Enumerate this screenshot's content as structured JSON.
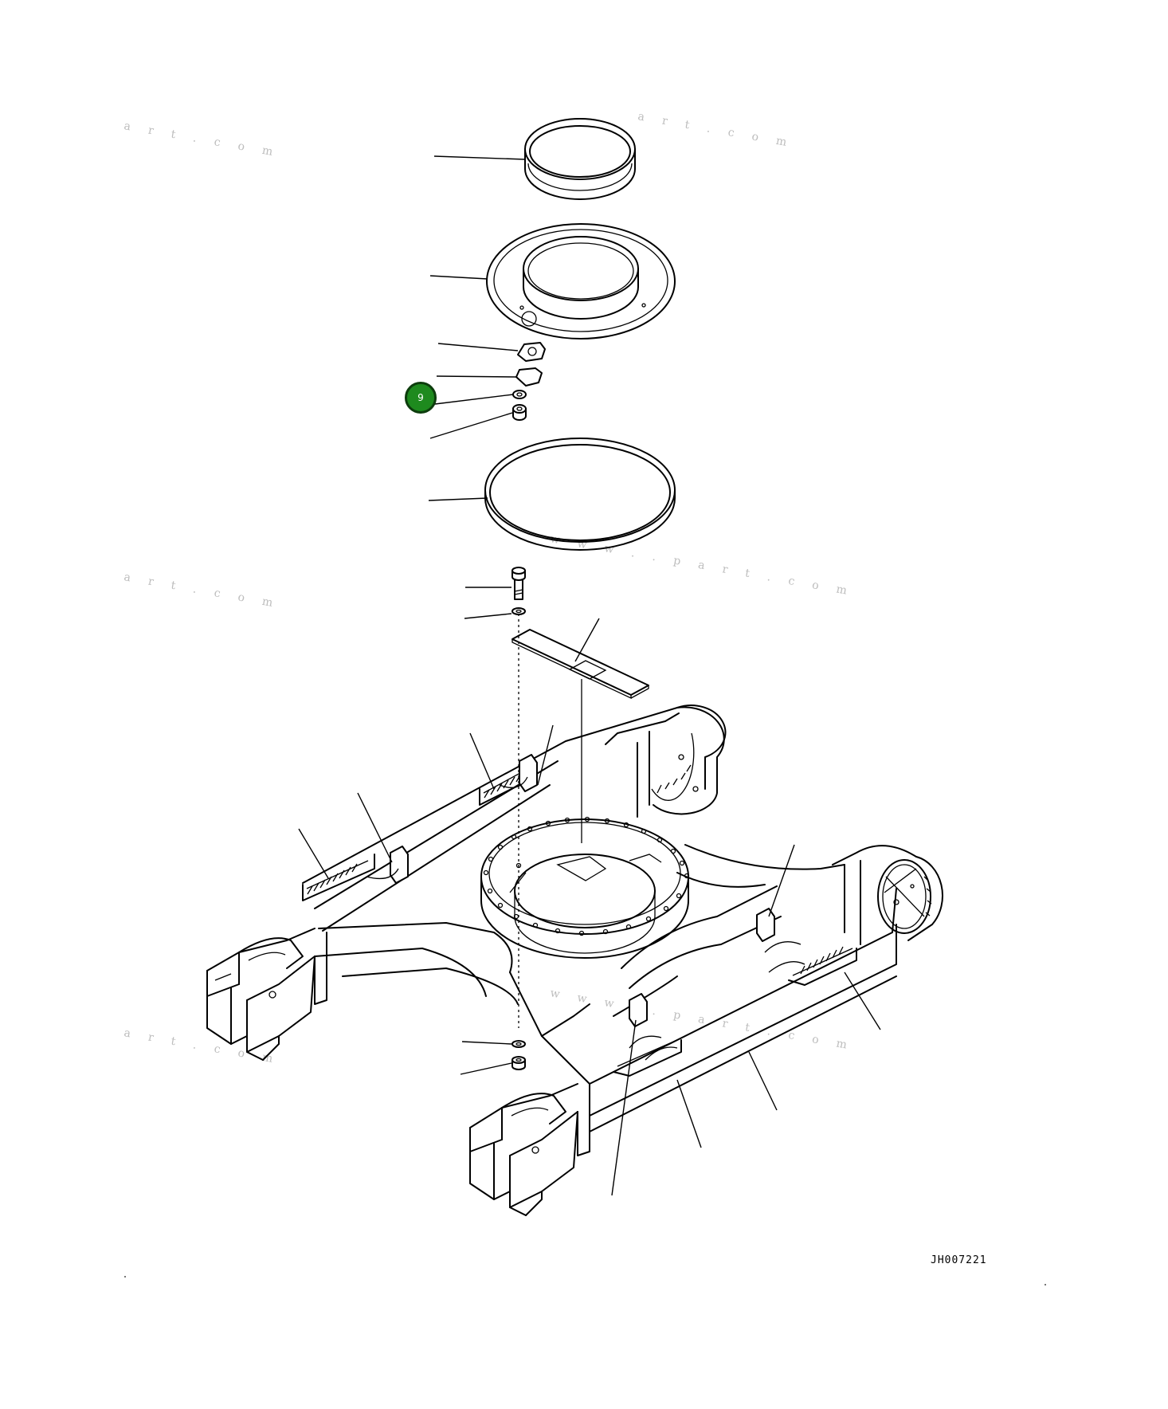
{
  "drawing": {
    "number": "JH007221",
    "watermark_text": "a r t . c o m",
    "watermark_text_2": "w w w . . p a r t . c o m"
  },
  "callouts": [
    {
      "label": "9",
      "color": "#1e8a1e",
      "border": "#0d3d0d"
    }
  ],
  "colors": {
    "line": "#000000",
    "background": "#ffffff",
    "watermark": "#bdbdbd"
  }
}
